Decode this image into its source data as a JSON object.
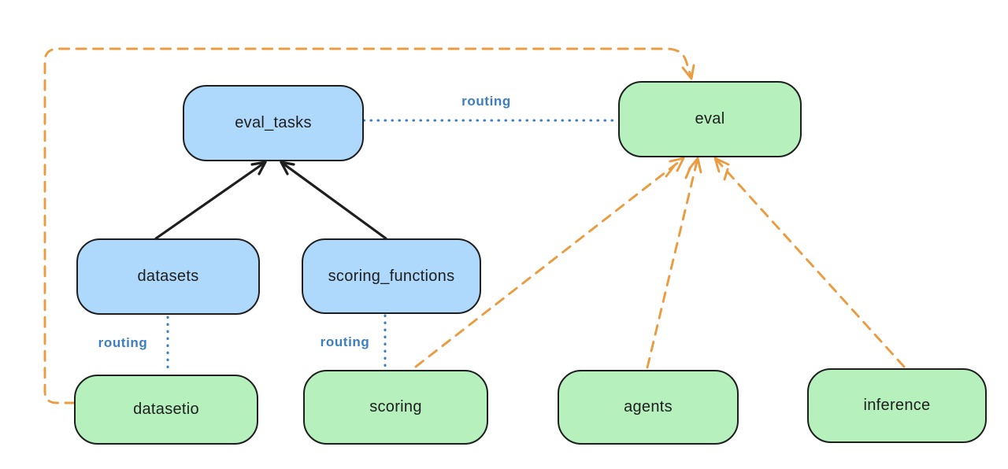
{
  "diagram": {
    "nodes": {
      "eval_tasks": {
        "label": "eval_tasks",
        "fill": "blue"
      },
      "eval": {
        "label": "eval",
        "fill": "green"
      },
      "datasets": {
        "label": "datasets",
        "fill": "blue"
      },
      "scoring_functions": {
        "label": "scoring_functions",
        "fill": "blue"
      },
      "datasetio": {
        "label": "datasetio",
        "fill": "green"
      },
      "scoring": {
        "label": "scoring",
        "fill": "green"
      },
      "agents": {
        "label": "agents",
        "fill": "green"
      },
      "inference": {
        "label": "inference",
        "fill": "green"
      }
    },
    "edge_labels": {
      "routing": "routing"
    },
    "edges": [
      {
        "from": "datasets",
        "to": "eval_tasks",
        "style": "solid-arrow"
      },
      {
        "from": "scoring_functions",
        "to": "eval_tasks",
        "style": "solid-arrow"
      },
      {
        "from": "eval_tasks",
        "to": "eval",
        "style": "dotted",
        "label": "routing"
      },
      {
        "from": "datasets",
        "to": "datasetio",
        "style": "dotted",
        "label": "routing"
      },
      {
        "from": "scoring_functions",
        "to": "scoring",
        "style": "dotted",
        "label": "routing"
      },
      {
        "from": "datasetio",
        "to": "eval",
        "style": "dashed-arrow"
      },
      {
        "from": "scoring",
        "to": "eval",
        "style": "dashed-arrow"
      },
      {
        "from": "agents",
        "to": "eval",
        "style": "dashed-arrow"
      },
      {
        "from": "inference",
        "to": "eval",
        "style": "dashed-arrow"
      }
    ],
    "colors": {
      "blue_node_fill": "#aed9fc",
      "green_node_fill": "#b5f0bd",
      "node_stroke": "#1e1e1e",
      "solid_arrow": "#1e1e1e",
      "routing_blue": "#3b7ec1",
      "dependency_orange": "#eb9b40",
      "background": "#ffffff"
    }
  }
}
